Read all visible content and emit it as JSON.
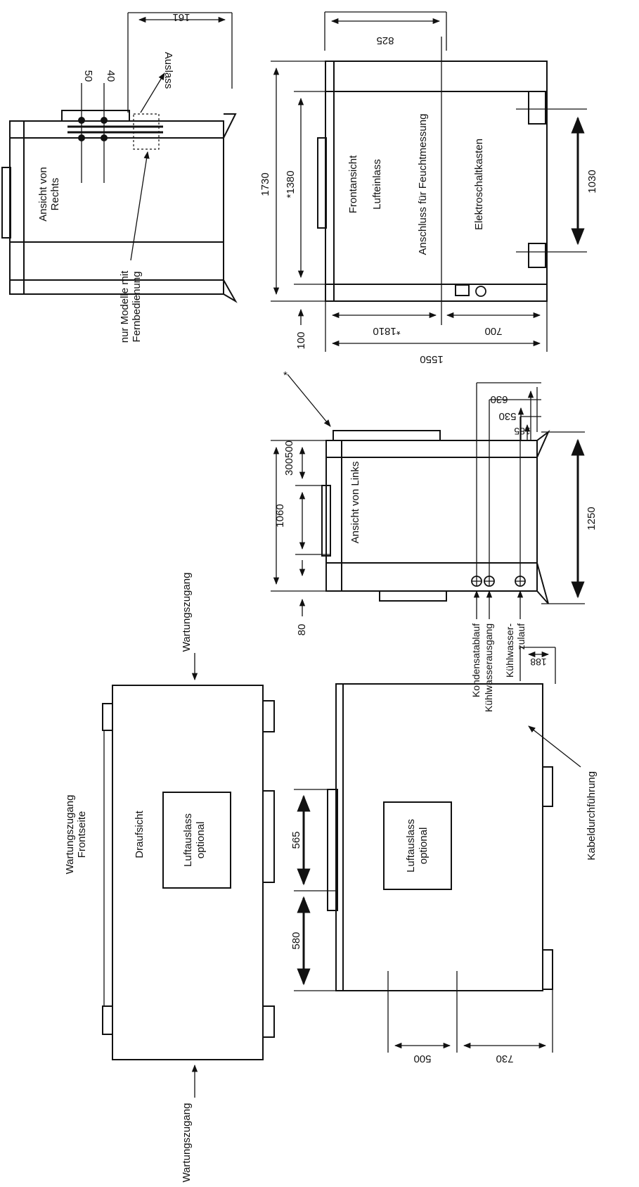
{
  "labels": {
    "right_view": [
      "Ansicht von",
      "Rechts"
    ],
    "outlet": "Auslass",
    "remote_note": [
      "nur Modelle mit",
      "Fernbedienung"
    ],
    "front_view": "Frontansicht",
    "air_inlet": "Lufteinlass",
    "humidity_port": "Anschluss für Feuchtmessung",
    "electrical_box": "Elektroschaltkasten",
    "left_view": "Ansicht von Links",
    "condensate_drain": "Kondensatablauf",
    "cooling_water_out": "Kühlwasserausgang",
    "cooling_water_in": [
      "Kühlwasser-",
      "zulauf"
    ],
    "top_view": "Draufsicht",
    "air_outlet_optional": [
      "Luftauslass",
      "optional"
    ],
    "air_outlet_optional_2": [
      "Luftauslass",
      "optional"
    ],
    "service_access_top": "Wartungszugang",
    "service_access_bottom": "Wartungszugang",
    "service_access_front": [
      "Wartungszugang",
      "Frontseite"
    ],
    "cable_entry": "Kabeldurchführung"
  },
  "dimensions": {
    "d50": "50",
    "d40": "40",
    "d161": "161",
    "d825": "825",
    "d1730": "1730",
    "d1380": "*1380",
    "d1030": "1030",
    "d100": "100",
    "d1810": "*1810",
    "d700": "700",
    "d1550": "1550",
    "d1060": "1060",
    "d300500": "300500",
    "d630": "630",
    "d530": "530",
    "d185": "185",
    "d80": "80",
    "d1250": "1250",
    "d188": "188",
    "d565": "565",
    "d580": "580",
    "d500": "500",
    "d730": "730",
    "star": "*"
  }
}
